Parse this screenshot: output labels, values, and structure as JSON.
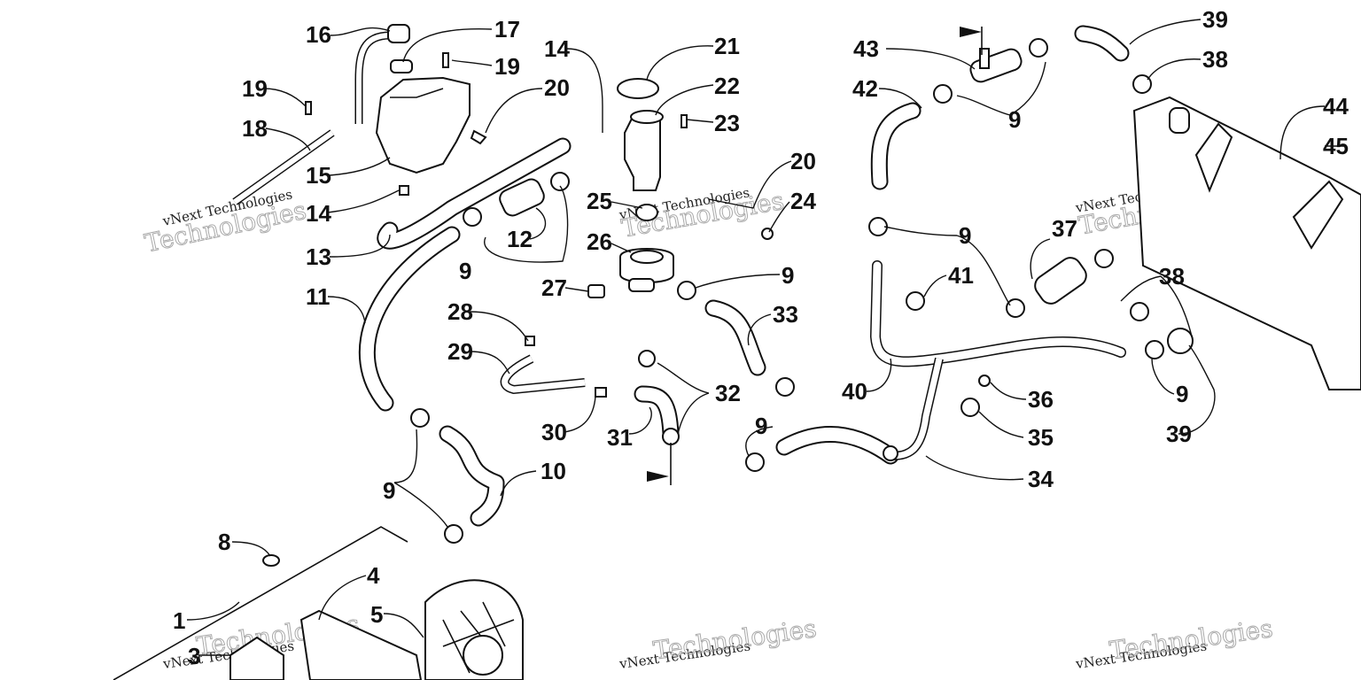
{
  "diagram": {
    "callouts": [
      "16",
      "17",
      "19",
      "19",
      "20",
      "14",
      "21",
      "22",
      "23",
      "20",
      "24",
      "18",
      "15",
      "14",
      "13",
      "25",
      "26",
      "12",
      "9",
      "11",
      "27",
      "9",
      "33",
      "28",
      "29",
      "30",
      "31",
      "32",
      "9",
      "9",
      "10",
      "8",
      "4",
      "1",
      "5",
      "3",
      "43",
      "39",
      "42",
      "38",
      "44",
      "45",
      "9",
      "9",
      "37",
      "41",
      "38",
      "40",
      "36",
      "9",
      "39",
      "35",
      "34"
    ],
    "watermark": {
      "line1": "vNext Technologies",
      "line2": "Technologies"
    },
    "palette": {
      "ink": "#111111",
      "paper": "#ffffff",
      "watermark": "#aaaaaa"
    }
  }
}
